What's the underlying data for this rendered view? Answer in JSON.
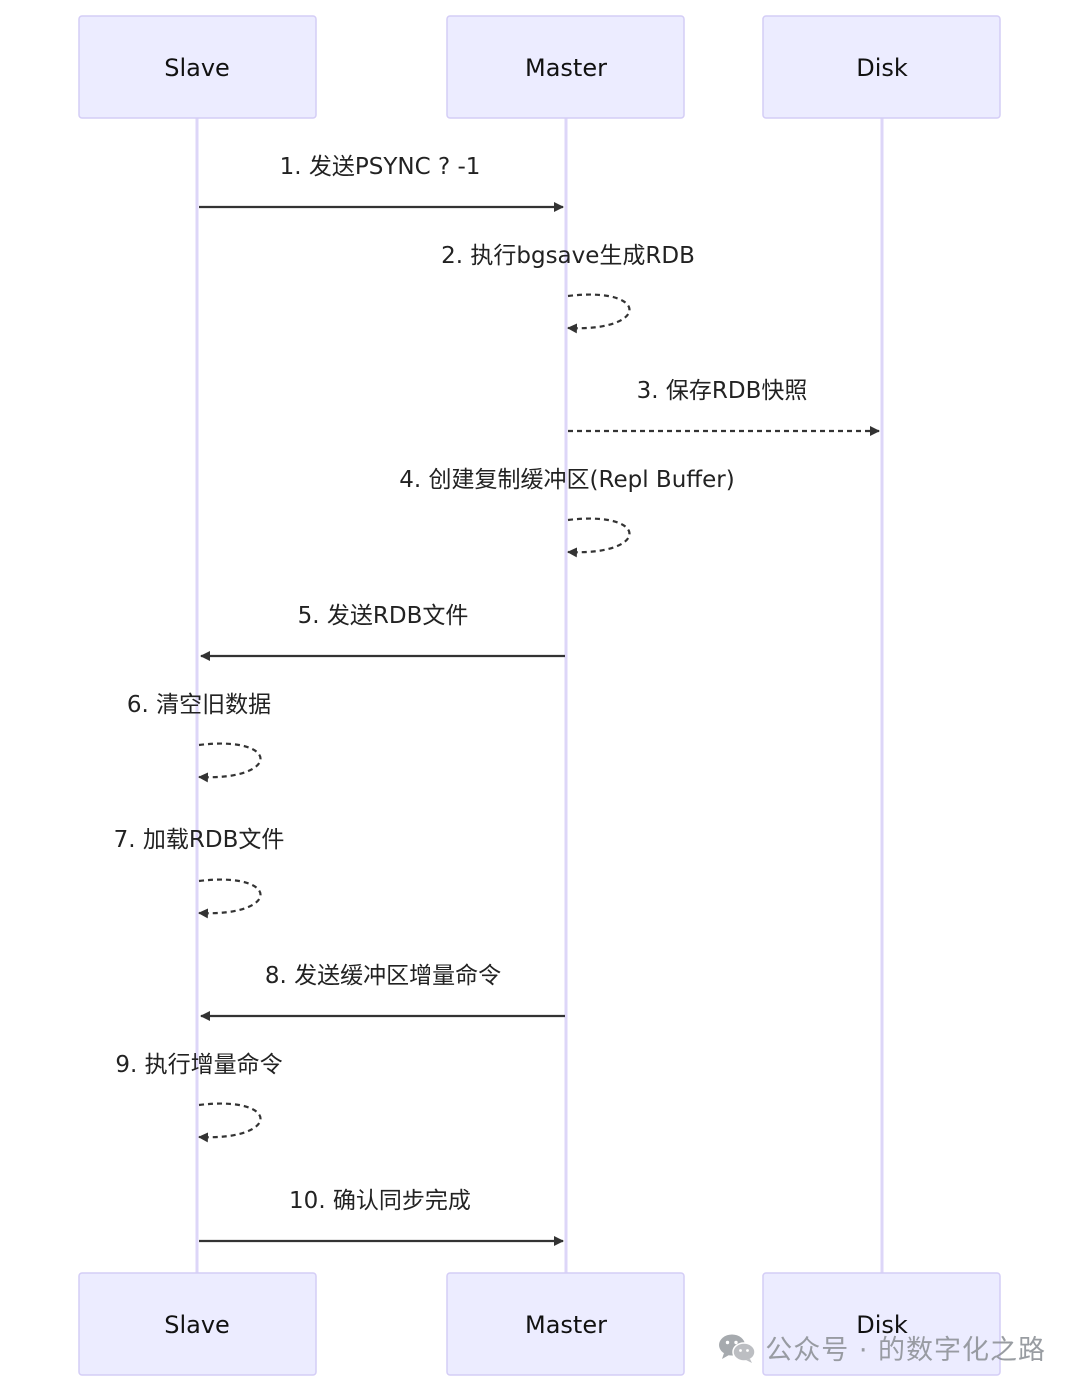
{
  "actors": [
    "Slave",
    "Master",
    "Disk"
  ],
  "messages": [
    {
      "text": "1. 发送PSYNC ? -1",
      "from": "Slave",
      "to": "Master",
      "style": "solid"
    },
    {
      "text": "2. 执行bgsave生成RDB",
      "from": "Master",
      "to": "Master",
      "style": "dashed"
    },
    {
      "text": "3. 保存RDB快照",
      "from": "Master",
      "to": "Disk",
      "style": "dashed"
    },
    {
      "text": "4. 创建复制缓冲区(Repl Buffer)",
      "from": "Master",
      "to": "Master",
      "style": "dashed"
    },
    {
      "text": "5. 发送RDB文件",
      "from": "Master",
      "to": "Slave",
      "style": "solid"
    },
    {
      "text": "6. 清空旧数据",
      "from": "Slave",
      "to": "Slave",
      "style": "dashed"
    },
    {
      "text": "7. 加载RDB文件",
      "from": "Slave",
      "to": "Slave",
      "style": "dashed"
    },
    {
      "text": "8. 发送缓冲区增量命令",
      "from": "Master",
      "to": "Slave",
      "style": "solid"
    },
    {
      "text": "9. 执行增量命令",
      "from": "Slave",
      "to": "Slave",
      "style": "dashed"
    },
    {
      "text": "10. 确认同步完成",
      "from": "Slave",
      "to": "Master",
      "style": "solid"
    }
  ],
  "watermark": "公众号 · 的数字化之路",
  "watermark_icon": "wechat-icon"
}
